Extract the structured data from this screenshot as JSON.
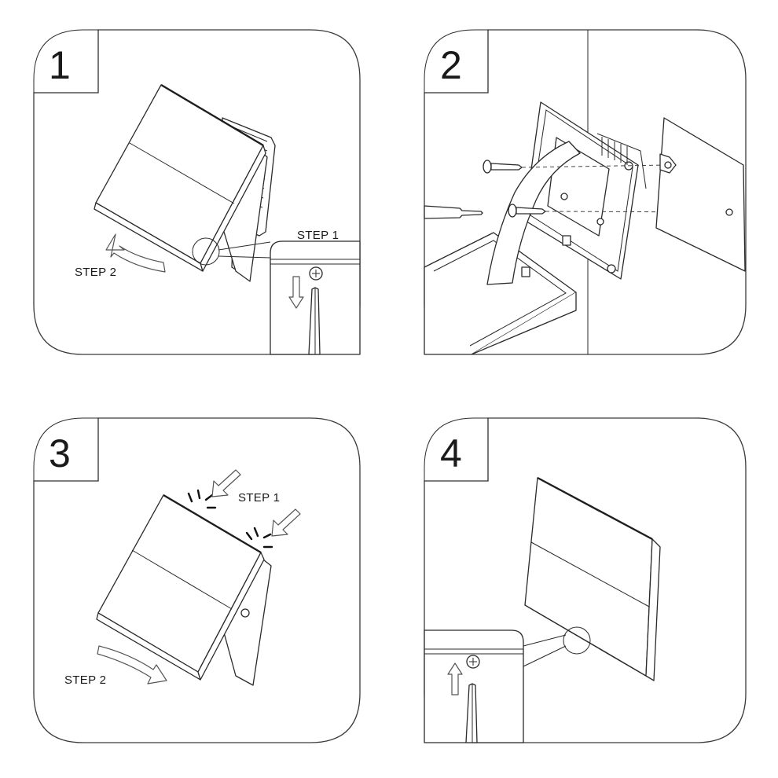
{
  "panels": [
    {
      "number": "1",
      "labels": {
        "step1": "STEP 1",
        "step2": "STEP 2"
      }
    },
    {
      "number": "2"
    },
    {
      "number": "3",
      "labels": {
        "step1": "STEP 1",
        "step2": "STEP 2"
      }
    },
    {
      "number": "4"
    }
  ]
}
